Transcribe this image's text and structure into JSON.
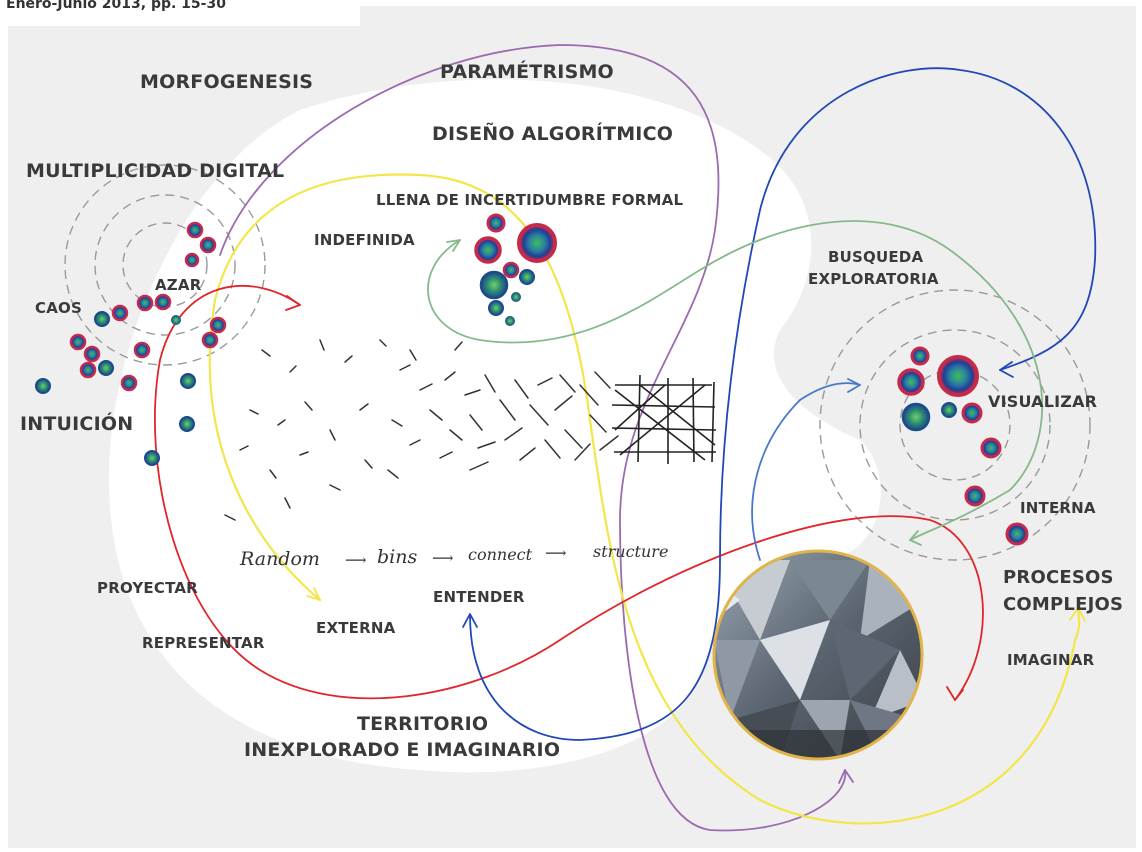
{
  "header": {
    "text": "Enero-Junio 2013, pp. 15-30"
  },
  "labels": {
    "morfogenesis": "MORFOGENESIS",
    "parametrismo": "PARAMÉTRISMO",
    "diseno_algoritmico": "DISEÑO ALGORÍTMICO",
    "multiplicidad_digital": "MULTIPLICIDAD DIGITAL",
    "llena_de_incertidumbre": "LLENA DE INCERTIDUMBRE FORMAL",
    "indefinida": "INDEFINIDA",
    "busqueda_1": "BUSQUEDA",
    "busqueda_2": "EXPLORATORIA",
    "azar": "AZAR",
    "caos": "CAOS",
    "intuicion": "INTUICIÓN",
    "visualizar": "VISUALIZAR",
    "interna": "INTERNA",
    "procesos_1": "PROCESOS",
    "procesos_2": "COMPLEJOS",
    "proyectar": "PROYECTAR",
    "representar": "REPRESENTAR",
    "externa": "EXTERNA",
    "entender": "ENTENDER",
    "imaginar": "IMAGINAR",
    "territorio_1": "TERRITORIO",
    "territorio_2": "INEXPLORADO E IMAGINARIO"
  },
  "handwriting": {
    "random": "Random",
    "bins": "bins",
    "connect": "connect",
    "structure": "structure"
  },
  "colors": {
    "background": "#efefef",
    "territory": "#ffffff",
    "red": "#e0262b",
    "yellow": "#f2e64a",
    "blue": "#2148b8",
    "purple": "#9b6bb0",
    "green": "#86b98a",
    "dot_rim": "#c62a4a",
    "dot_core": "#1f4fa0",
    "dot_green": "#2e8a6a"
  }
}
